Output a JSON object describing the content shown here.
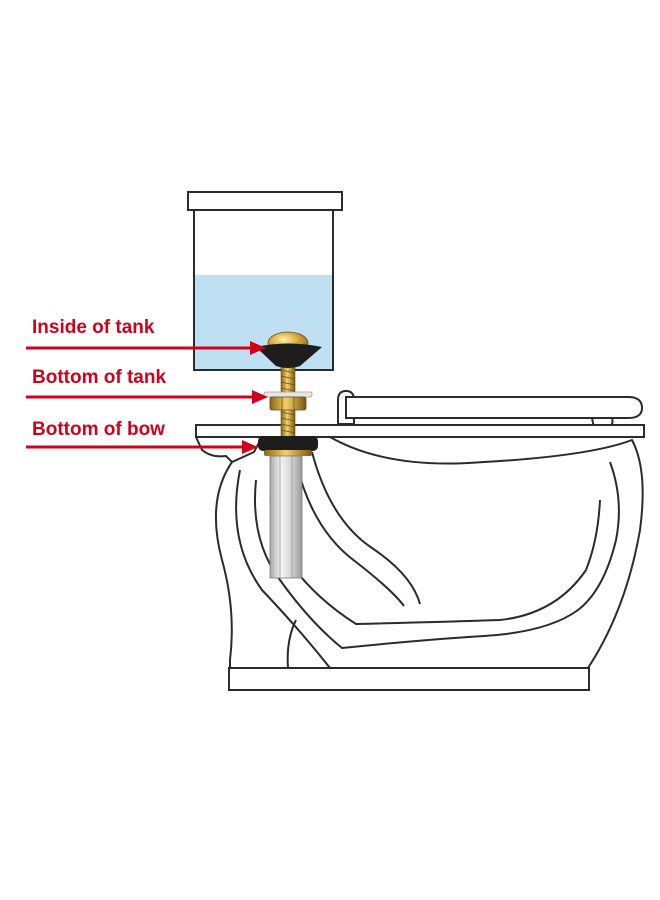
{
  "callouts": [
    {
      "label": "Inside of tank"
    },
    {
      "label": "Bottom of tank"
    },
    {
      "label": "Bottom of bow"
    }
  ],
  "colors": {
    "callout": "#d0021b",
    "water": "#bfe0f2",
    "outline": "#2b2b2b",
    "brass": "#c99a2e",
    "washer": "#1d1d1d",
    "steel": "#d6d6d6"
  }
}
